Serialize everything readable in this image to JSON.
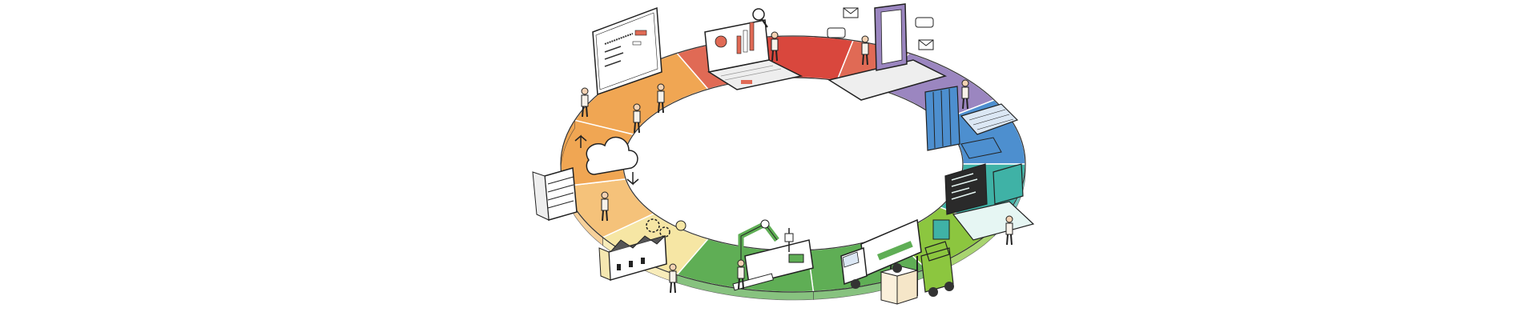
{
  "illustration": {
    "segment_colors": {
      "red": "#e06a55",
      "red_dark": "#d9473d",
      "orange": "#f0a653",
      "orange_light": "#f5c27a",
      "yellow": "#f6e6a4",
      "green": "#5fae55",
      "green_light": "#8cc63f",
      "teal": "#3fb2a6",
      "blue": "#4d8fcf",
      "purple": "#9b86c0"
    },
    "vignettes": [
      {
        "id": "presentation-board",
        "icon": "whiteboard-icon"
      },
      {
        "id": "analytics-laptop",
        "icon": "bar-chart-icon"
      },
      {
        "id": "mobile-communication",
        "icon": "tablet-mail-icon"
      },
      {
        "id": "accounting-files",
        "icon": "binders-calculator-icon"
      },
      {
        "id": "software-development",
        "icon": "monitor-code-icon"
      },
      {
        "id": "warehouse-forklift",
        "icon": "forklift-icon"
      },
      {
        "id": "logistics-truck",
        "icon": "truck-icon"
      },
      {
        "id": "factory-robot",
        "icon": "robot-arm-icon"
      },
      {
        "id": "manufacturing-plant",
        "icon": "factory-icon"
      },
      {
        "id": "cloud-server",
        "icon": "cloud-server-icon"
      }
    ]
  }
}
